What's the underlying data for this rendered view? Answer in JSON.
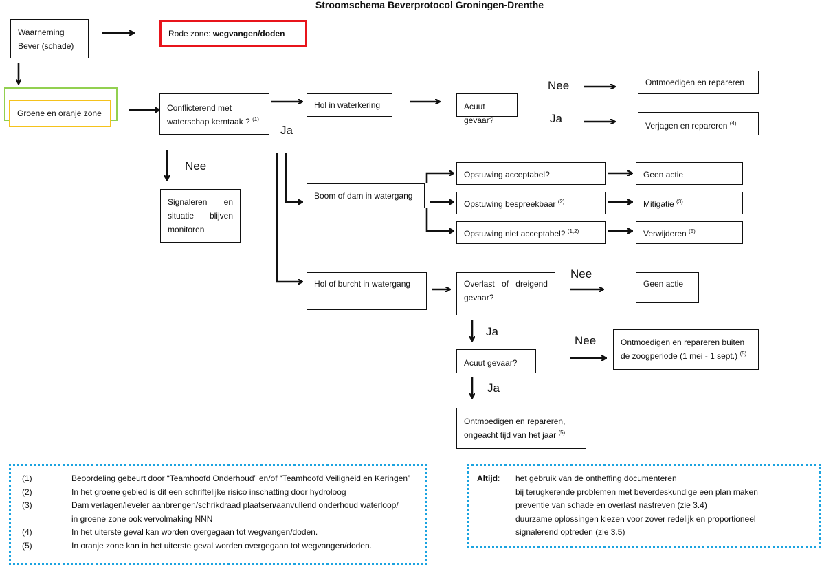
{
  "title": "Stroomschema Beverprotocol Groningen-Drenthe",
  "colors": {
    "red_zone": "#e8141b",
    "green_zone": "#92d050",
    "orange_zone": "#f5c21b",
    "note_border": "#1aa3e0"
  },
  "nodes": {
    "waarneming": {
      "line1": "Waarneming",
      "line2": "Bever (schade)"
    },
    "rode_zone": {
      "prefix": "Rode zone: ",
      "bold": "wegvangen/doden"
    },
    "groene_oranje": "Groene en oranje zone",
    "conflicterend": {
      "line1": "Conflicterend met",
      "line2": "waterschap kerntaak ?",
      "sup": "(1)"
    },
    "signaleren": {
      "w1": "Signaleren",
      "w2": "en",
      "w3": "situatie",
      "w4": "blijven",
      "w5": "monitoren"
    },
    "hol_waterkering": "Hol in waterkering",
    "acuut_1": "Acuut gevaar?",
    "ontmoedigen_1": "Ontmoedigen en repareren",
    "verjagen": {
      "text": "Verjagen en repareren",
      "sup": "(4)"
    },
    "boom_dam": "Boom of dam in watergang",
    "opst_acceptabel": "Opstuwing acceptabel?",
    "opst_bespreekbaar": {
      "text": "Opstuwing bespreekbaar",
      "sup": "(2)"
    },
    "opst_niet": {
      "text": "Opstuwing niet acceptabel?",
      "sup": "(1,2)"
    },
    "geen_actie_1": "Geen actie",
    "mitigatie": {
      "text": "Mitigatie",
      "sup": "(3)"
    },
    "verwijderen": {
      "text": "Verwijderen",
      "sup": "(5)"
    },
    "hol_burcht": "Hol of burcht in watergang",
    "overlast": {
      "w1": "Overlast",
      "w2": "of",
      "w3": "dreigend",
      "line2": "gevaar?"
    },
    "geen_actie_2": "Geen actie",
    "acuut_2": "Acuut gevaar?",
    "ontmoedigen_buiten": {
      "line1": "Ontmoedigen en repareren buiten",
      "line2": "de zoogperiode (1 mei - 1 sept.)",
      "sup": "(5)"
    },
    "ontmoedigen_ongeacht": {
      "line1": "Ontmoedigen en repareren,",
      "line2": "ongeacht tijd van het jaar",
      "sup": "(5)"
    }
  },
  "labels": {
    "ja": "Ja",
    "nee": "Nee"
  },
  "footnotes": [
    {
      "num": "(1)",
      "text": "Beoordeling gebeurt door “Teamhoofd Onderhoud” en/of “Teamhoofd Veiligheid en Keringen”"
    },
    {
      "num": "(2)",
      "text": "In het groene gebied is dit een schriftelijke risico inschatting door hydroloog"
    },
    {
      "num": "(3)",
      "text": "Dam verlagen/leveler aanbrengen/schrikdraad plaatsen/aanvullend onderhoud waterloop/"
    },
    {
      "num": "",
      "text": "in groene zone ook vervolmaking NNN"
    },
    {
      "num": "(4)",
      "text": "In het uiterste geval kan worden overgegaan tot wegvangen/doden."
    },
    {
      "num": "(5)",
      "text": "In oranje zone kan in het uiterste geval worden overgegaan tot wegvangen/doden."
    }
  ],
  "altijd": {
    "label": "Altijd",
    "colon": ":",
    "items": [
      "het gebruik van de ontheffing documenteren",
      "bij terugkerende problemen met beverdeskundige een plan maken",
      "preventie van schade en overlast nastreven (zie 3.4)",
      "duurzame oplossingen kiezen voor zover redelijk en proportioneel",
      "signalerend optreden (zie 3.5)"
    ]
  }
}
